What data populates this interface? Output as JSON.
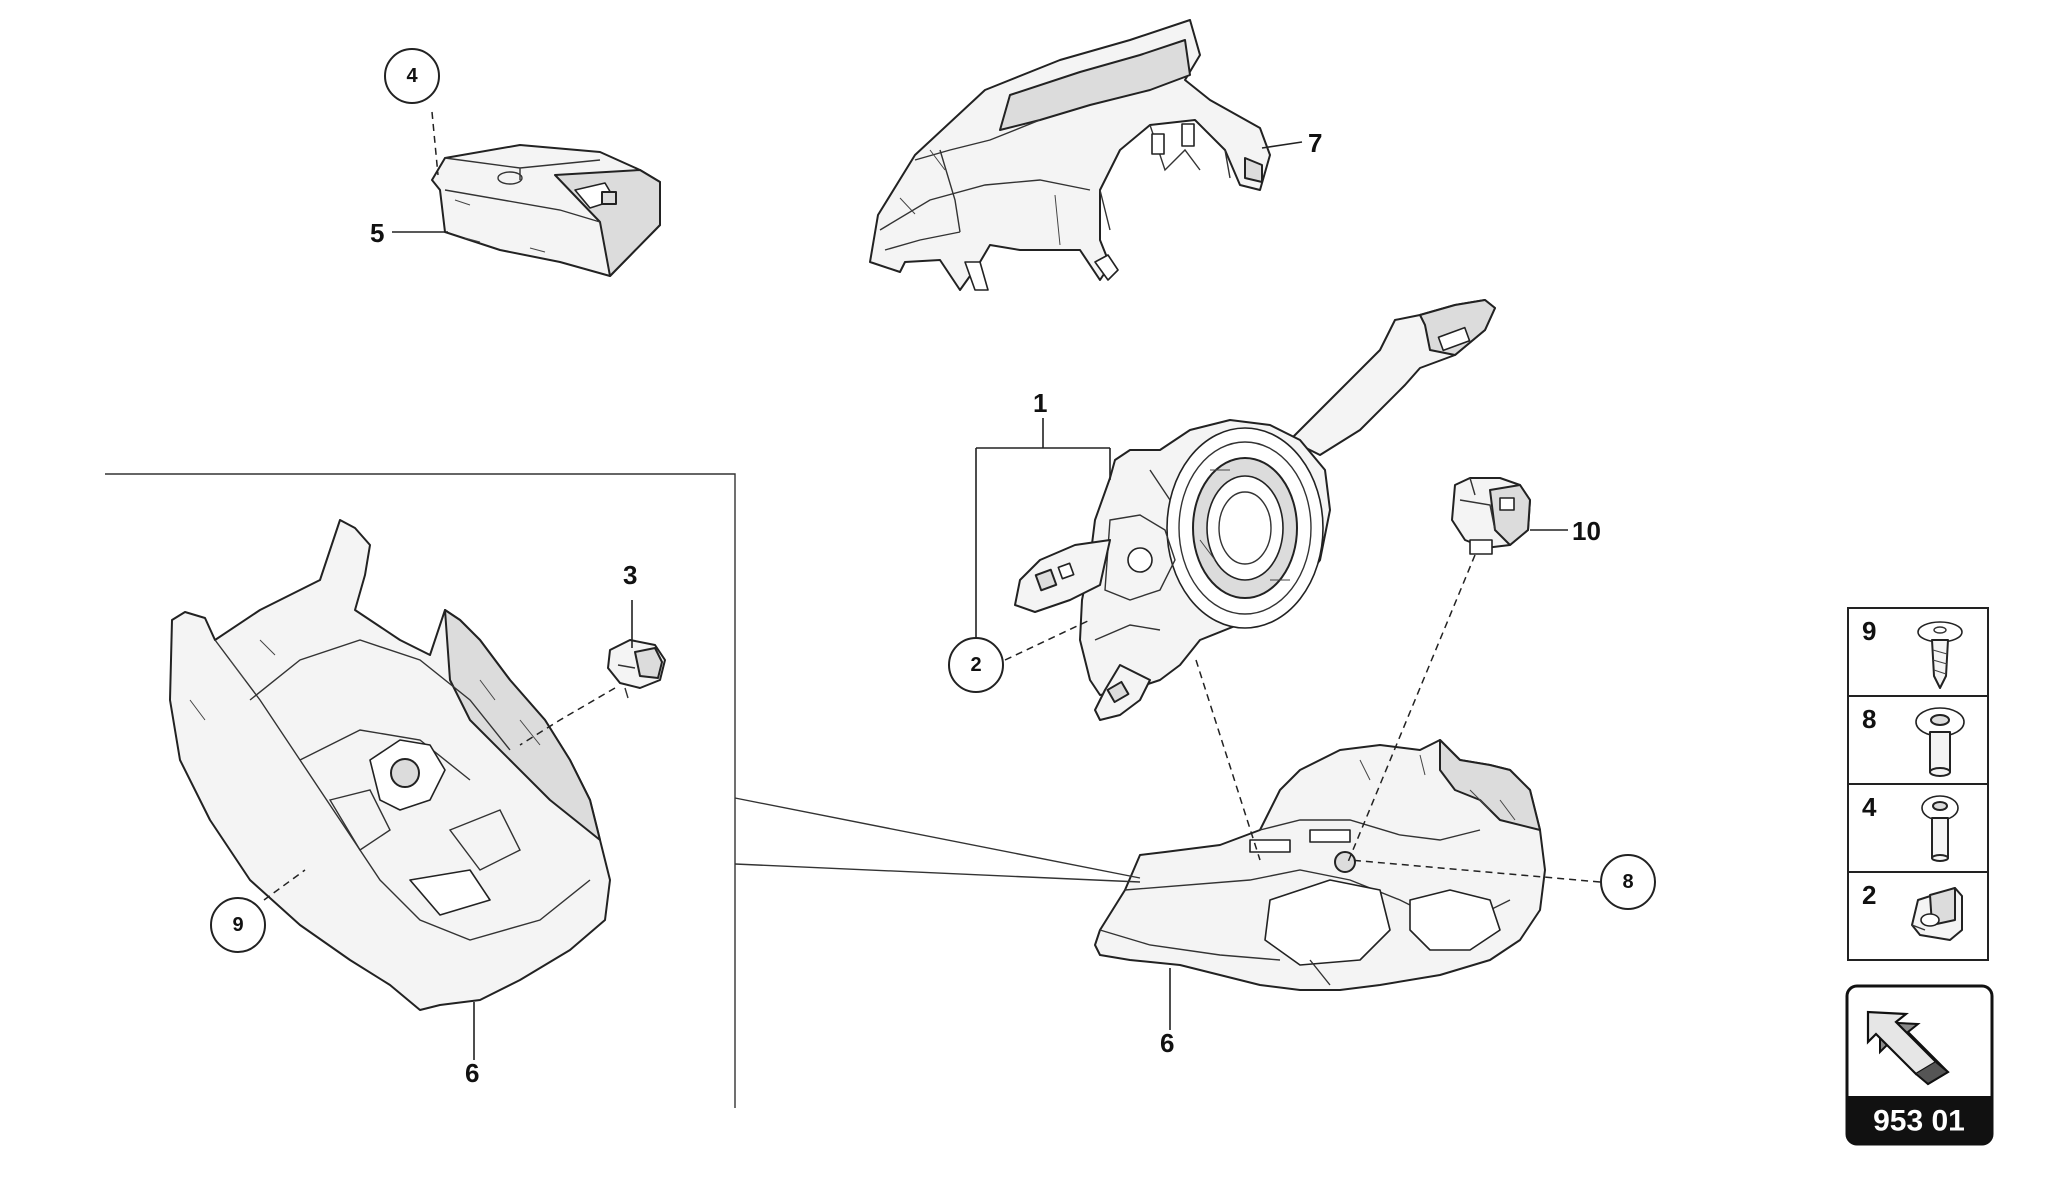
{
  "callouts": {
    "c1": "1",
    "c2": "2",
    "c3": "3",
    "c4": "4",
    "c5": "5",
    "c6a": "6",
    "c6b": "6",
    "c7": "7",
    "c8": "8",
    "c9": "9",
    "c10": "10"
  },
  "legend": {
    "items": [
      {
        "number": "9",
        "icon": "torx-screw-icon"
      },
      {
        "number": "8",
        "icon": "flange-bolt-icon"
      },
      {
        "number": "4",
        "icon": "hex-bolt-icon"
      },
      {
        "number": "2",
        "icon": "spring-clip-nut-icon"
      }
    ]
  },
  "page_ref": {
    "code": "953 01",
    "icon": "direction-arrow-icon"
  }
}
